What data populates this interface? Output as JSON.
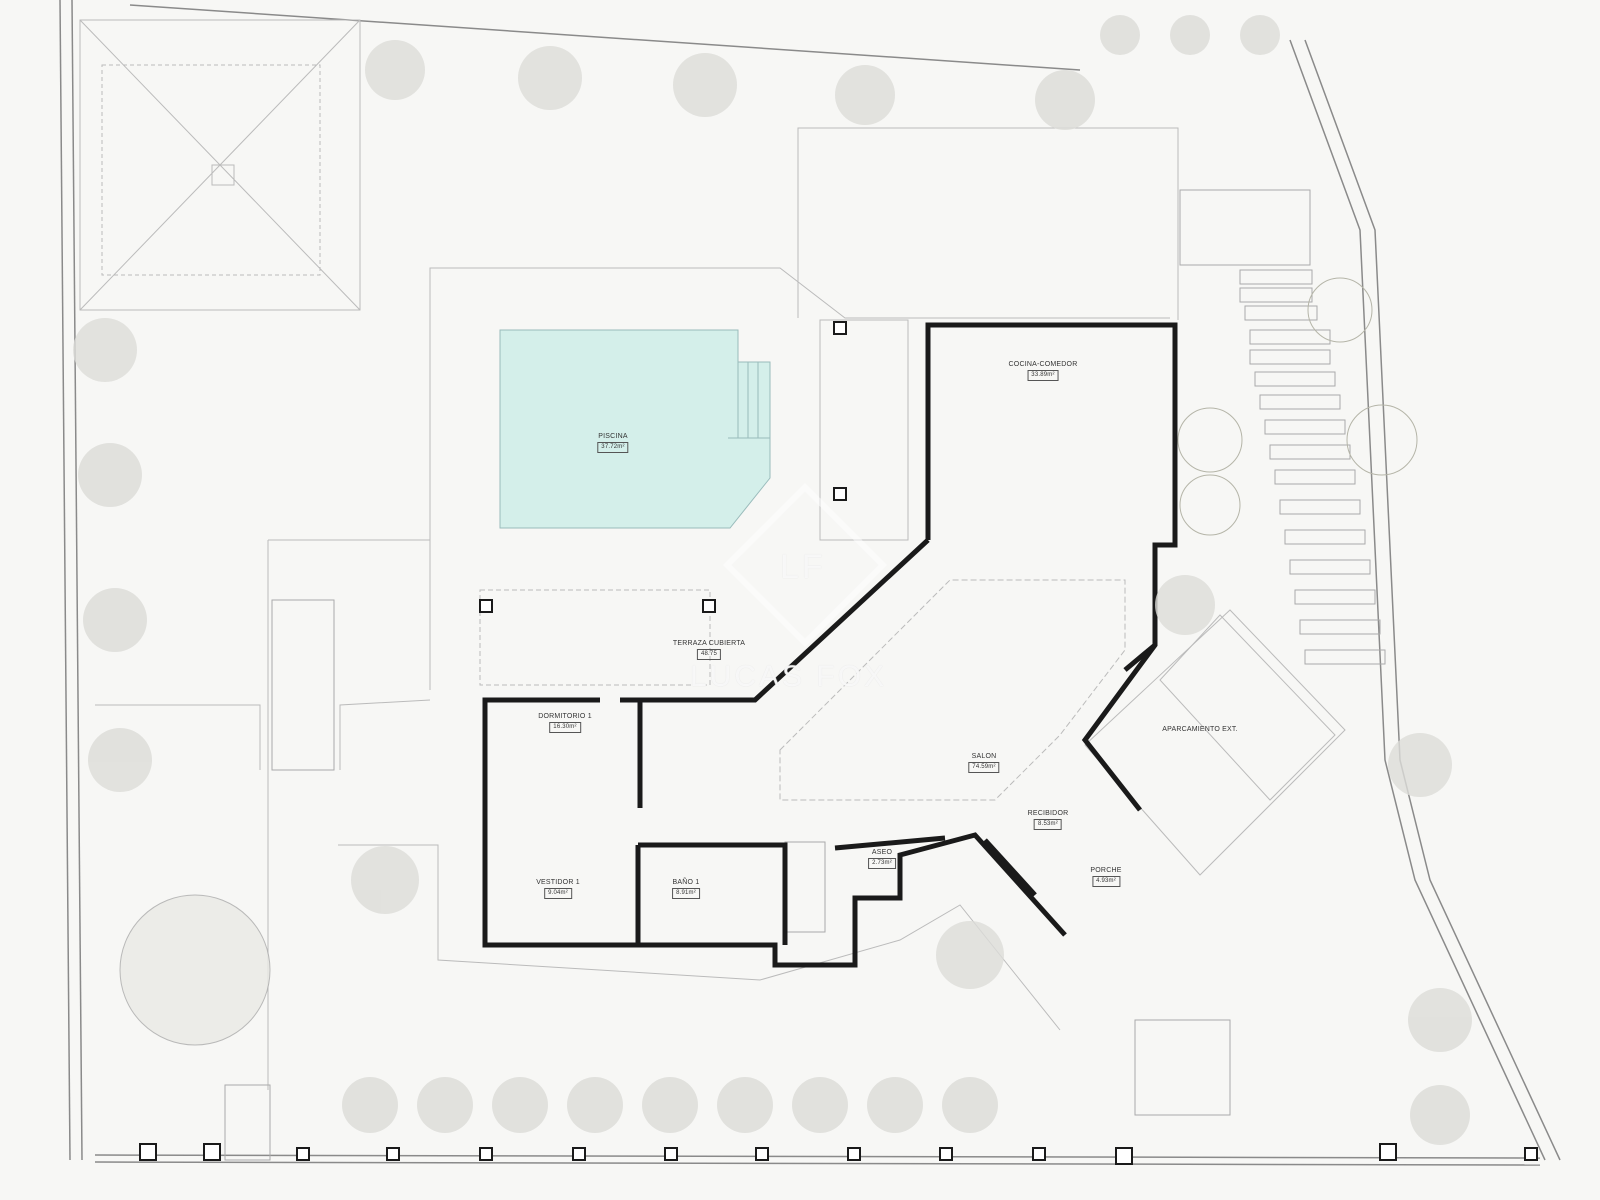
{
  "rooms": [
    {
      "name": "COCINA-COMEDOR",
      "area": "33.89m²"
    },
    {
      "name": "PISCINA",
      "area": "37.72m²"
    },
    {
      "name": "TERRAZA CUBIERTA",
      "area": "48.75"
    },
    {
      "name": "DORMITORIO 1",
      "area": "16.30m²"
    },
    {
      "name": "VESTIDOR 1",
      "area": "9.04m²"
    },
    {
      "name": "BAÑO 1",
      "area": "8.91m²"
    },
    {
      "name": "ASEO",
      "area": "2.73m²"
    },
    {
      "name": "SALON",
      "area": "74.59m²"
    },
    {
      "name": "RECIBIDOR",
      "area": "8.53m²"
    },
    {
      "name": "PORCHE",
      "area": "4.93m²"
    },
    {
      "name": "APARCAMIENTO EXT.",
      "area": ""
    }
  ],
  "watermark": "LUCAS FOX",
  "logo": "LF",
  "colors": {
    "pool": "#d4efea",
    "walls": "#1a1a1a",
    "lines": "#9a9a9a",
    "trees": "#d9d9d6"
  }
}
